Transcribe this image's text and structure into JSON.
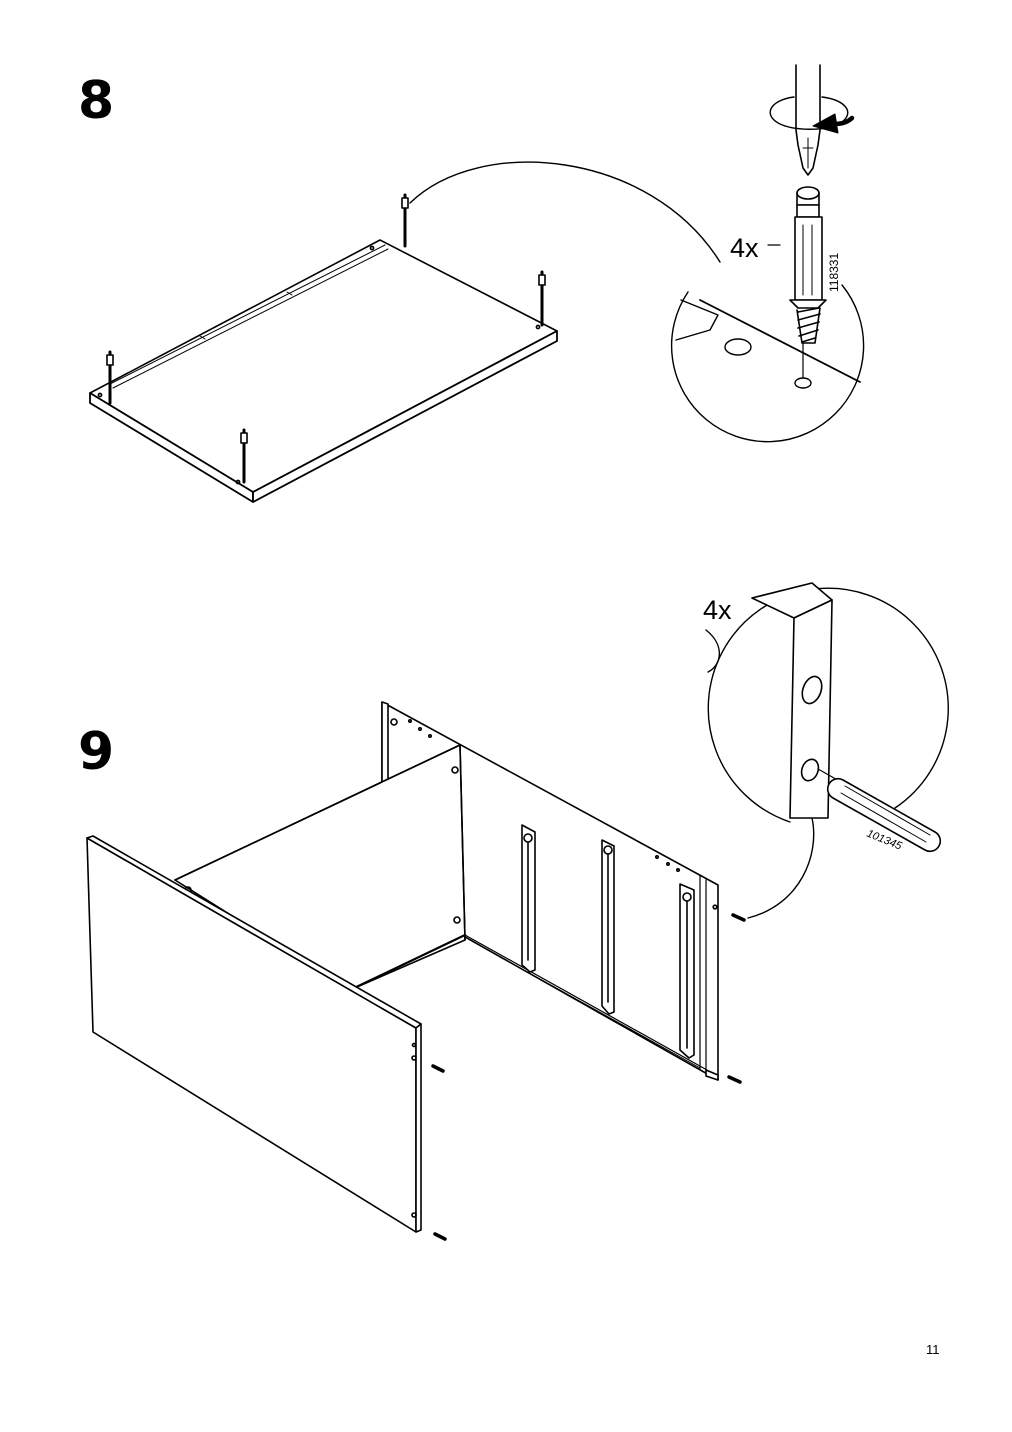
{
  "steps": [
    {
      "number": "8",
      "quantity": "4x",
      "part_number": "118331"
    },
    {
      "number": "9",
      "quantity": "4x",
      "part_number": "101345"
    }
  ],
  "page_number": "11",
  "icons": {
    "screwdriver": "screwdriver-icon",
    "rotate_arrow": "rotate-clockwise-icon",
    "cam_bolt": "cam-lock-bolt-icon",
    "wood_dowel": "wooden-dowel-icon"
  },
  "colors": {
    "line": "#000000",
    "background": "#ffffff"
  }
}
